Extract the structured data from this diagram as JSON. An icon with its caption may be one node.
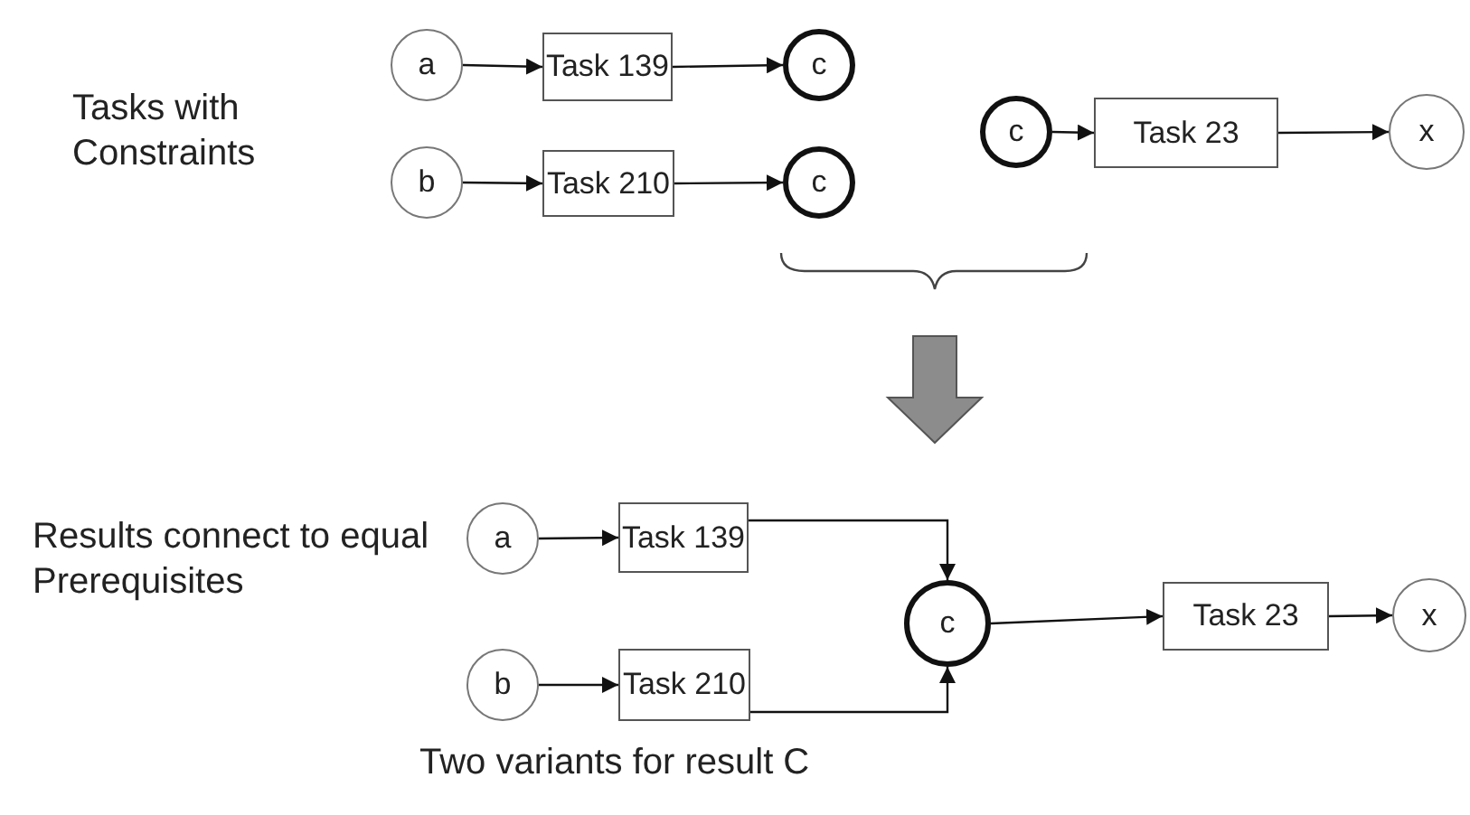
{
  "diagram": {
    "nodes": [
      {
        "text": [
          "a"
        ]
      },
      {
        "text": [
          "Task 139"
        ]
      },
      {
        "text": [
          "c"
        ]
      },
      {
        "text": [
          "b"
        ]
      },
      {
        "text": [
          "Task 210"
        ]
      },
      {
        "text": [
          "c"
        ]
      },
      {
        "text": [
          "c"
        ]
      },
      {
        "text": [
          "Task 23"
        ]
      },
      {
        "text": [
          "x"
        ]
      },
      {
        "text": [
          "a"
        ]
      },
      {
        "text": [
          "Task 139"
        ]
      },
      {
        "text": [
          "b"
        ]
      },
      {
        "text": [
          "Task 210"
        ]
      },
      {
        "text": [
          "c"
        ]
      },
      {
        "text": [
          "Task 23"
        ]
      },
      {
        "text": [
          "x"
        ]
      }
    ],
    "edges": [
      {
        "from": 0,
        "to": 1,
        "arrow": "to"
      },
      {
        "from": 1,
        "to": 2,
        "arrow": "to"
      },
      {
        "from": 3,
        "to": 4,
        "arrow": "to"
      },
      {
        "from": 4,
        "to": 5,
        "arrow": "to"
      },
      {
        "from": 6,
        "to": 7,
        "arrow": "to"
      },
      {
        "from": 7,
        "to": 8,
        "arrow": "to"
      },
      {
        "from": 9,
        "to": 10,
        "arrow": "to"
      },
      {
        "from": 11,
        "to": 12,
        "arrow": "to"
      },
      {
        "from": 10,
        "to": 13,
        "arrow": "to"
      },
      {
        "from": 12,
        "to": 13,
        "arrow": "to"
      },
      {
        "from": 13,
        "to": 14,
        "arrow": "to"
      },
      {
        "from": 14,
        "to": 15,
        "arrow": "to"
      }
    ],
    "labels": [
      "Tasks with Constraints",
      "Results connect to equal Prerequisites",
      "Two variants for result C"
    ]
  }
}
